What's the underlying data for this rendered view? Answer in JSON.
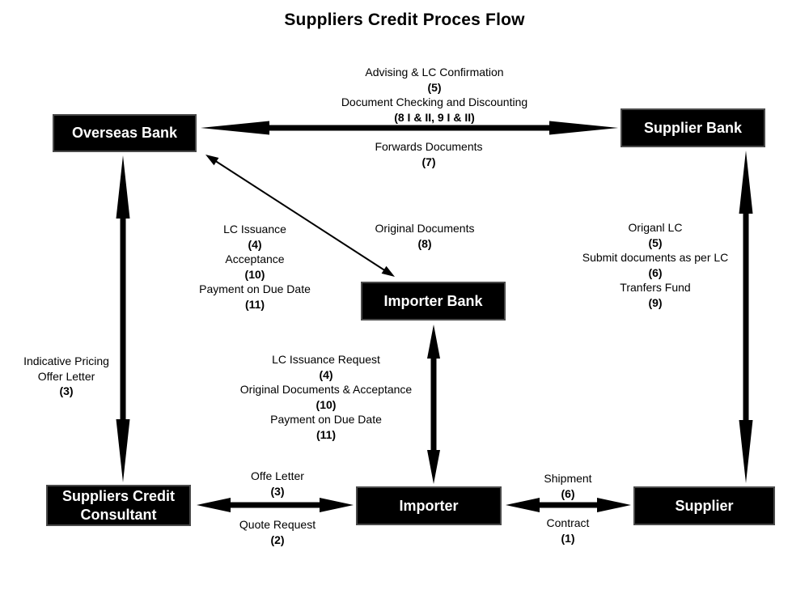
{
  "title": "Suppliers Credit Proces Flow",
  "colors": {
    "background": "#ffffff",
    "node_bg": "#000000",
    "node_border": "#4a4a4a",
    "node_text": "#ffffff",
    "arrow": "#000000",
    "label_text": "#000000"
  },
  "nodes": {
    "overseas_bank": {
      "label": "Overseas Bank"
    },
    "supplier_bank": {
      "label": "Supplier Bank"
    },
    "importer_bank": {
      "label": "Importer Bank"
    },
    "suppliers_credit_consultant": {
      "label": "Suppliers Credit Consultant"
    },
    "importer": {
      "label": "Importer"
    },
    "supplier": {
      "label": "Supplier"
    }
  },
  "edges": [
    {
      "from": "overseas_bank",
      "to": "supplier_bank",
      "bidirectional": true
    },
    {
      "from": "overseas_bank",
      "to": "suppliers_credit_consultant",
      "bidirectional": true
    },
    {
      "from": "overseas_bank",
      "to": "importer_bank",
      "bidirectional": true
    },
    {
      "from": "importer_bank",
      "to": "importer",
      "bidirectional": true
    },
    {
      "from": "supplier_bank",
      "to": "supplier",
      "bidirectional": true
    },
    {
      "from": "suppliers_credit_consultant",
      "to": "importer",
      "bidirectional": true
    },
    {
      "from": "importer",
      "to": "supplier",
      "bidirectional": true
    }
  ],
  "edge_labels": {
    "advising": {
      "lines": [
        {
          "text": "Advising & LC Confirmation",
          "bold": false
        },
        {
          "text": "(5)",
          "bold": true
        },
        {
          "text": "Document Checking and Discounting",
          "bold": false
        },
        {
          "text": "(8 I & II, 9 I & II)",
          "bold": true
        }
      ]
    },
    "forwards": {
      "lines": [
        {
          "text": "Forwards Documents",
          "bold": false
        },
        {
          "text": "(7)",
          "bold": true
        }
      ]
    },
    "lc_issuance": {
      "lines": [
        {
          "text": "LC Issuance",
          "bold": false
        },
        {
          "text": "(4)",
          "bold": true
        },
        {
          "text": "Acceptance",
          "bold": false
        },
        {
          "text": "(10)",
          "bold": true
        },
        {
          "text": "Payment on Due Date",
          "bold": false
        },
        {
          "text": "(11)",
          "bold": true
        }
      ]
    },
    "original_documents": {
      "lines": [
        {
          "text": "Original Documents",
          "bold": false
        },
        {
          "text": "(8)",
          "bold": true
        }
      ]
    },
    "right_side": {
      "lines": [
        {
          "text": "Origanl LC",
          "bold": false
        },
        {
          "text": "(5)",
          "bold": true
        },
        {
          "text": "Submit documents as per LC",
          "bold": false
        },
        {
          "text": "(6)",
          "bold": true
        },
        {
          "text": "Tranfers Fund",
          "bold": false
        },
        {
          "text": "(9)",
          "bold": true
        }
      ]
    },
    "indicative": {
      "lines": [
        {
          "text": "Indicative Pricing",
          "bold": false
        },
        {
          "text": "Offer Letter",
          "bold": false
        },
        {
          "text": "(3)",
          "bold": true
        }
      ]
    },
    "center_request": {
      "lines": [
        {
          "text": "LC Issuance Request",
          "bold": false
        },
        {
          "text": "(4)",
          "bold": true
        },
        {
          "text": "Original Documents & Acceptance",
          "bold": false
        },
        {
          "text": "(10)",
          "bold": true
        },
        {
          "text": "Payment on Due Date",
          "bold": false
        },
        {
          "text": "(11)",
          "bold": true
        }
      ]
    },
    "offe_letter": {
      "lines": [
        {
          "text": "Offe Letter",
          "bold": false
        },
        {
          "text": "(3)",
          "bold": true
        }
      ]
    },
    "quote_request": {
      "lines": [
        {
          "text": "Quote Request",
          "bold": false
        },
        {
          "text": "(2)",
          "bold": true
        }
      ]
    },
    "shipment": {
      "lines": [
        {
          "text": "Shipment",
          "bold": false
        },
        {
          "text": "(6)",
          "bold": true
        }
      ]
    },
    "contract": {
      "lines": [
        {
          "text": "Contract",
          "bold": false
        },
        {
          "text": "(1)",
          "bold": true
        }
      ]
    }
  }
}
